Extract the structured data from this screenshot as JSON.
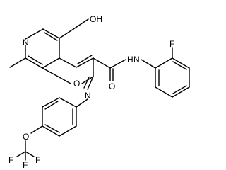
{
  "molecule": {
    "atom_labels": {
      "ring_nitrogen": "N",
      "hydroxyl": "OH",
      "ring_oxygen": "O",
      "imine_nitrogen": "N",
      "amide_nitrogen_h": "H",
      "amide_nitrogen": "N",
      "amide_oxygen": "O",
      "fluorine_aryl": "F",
      "ether_oxygen": "O",
      "cf3_fluorine_1": "F",
      "cf3_fluorine_2": "F",
      "cf3_fluorine_3": "F"
    },
    "colors": {
      "bond": "#000000",
      "label": "#000000",
      "background": "#ffffff"
    }
  }
}
